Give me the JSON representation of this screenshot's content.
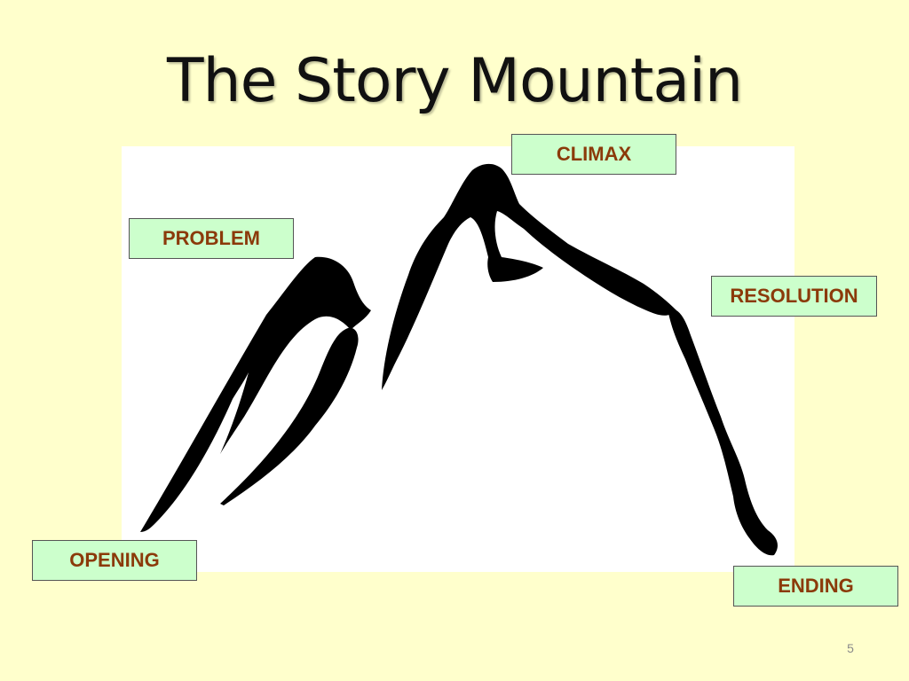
{
  "slide": {
    "title": "The Story Mountain",
    "page_number": "5"
  },
  "labels": {
    "climax": "CLIMAX",
    "problem": "PROBLEM",
    "resolution": "RESOLUTION",
    "opening": "OPENING",
    "ending": "ENDING"
  },
  "colors": {
    "background": "#FFFFCC",
    "label_fill": "#CCFFCC",
    "label_text": "#8B3A0A",
    "mountain": "#000000"
  }
}
